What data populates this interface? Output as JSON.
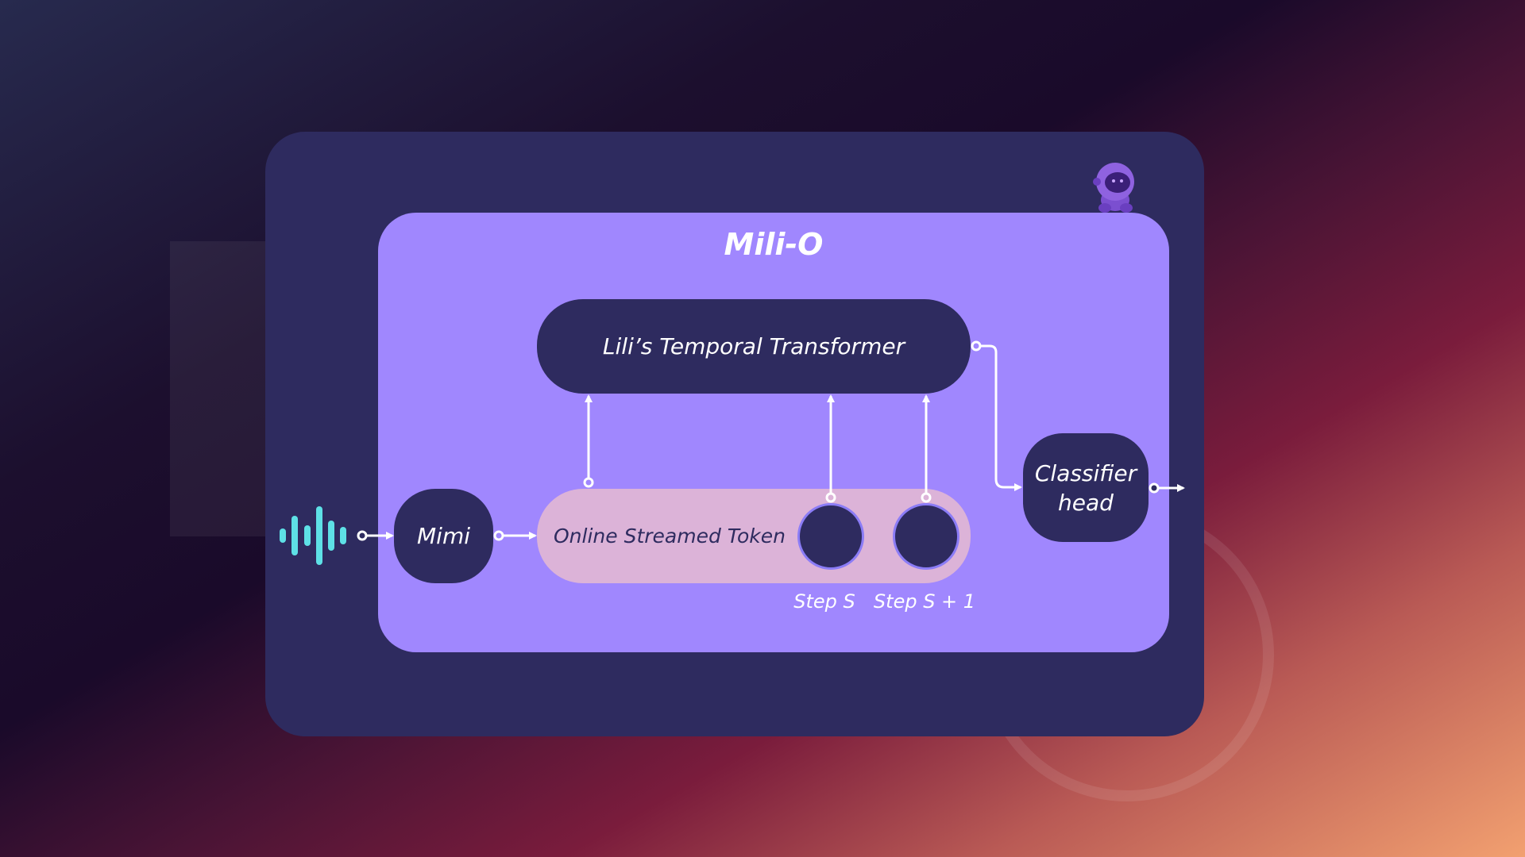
{
  "diagram": {
    "title": "Mili-O",
    "nodes": {
      "transformer": "Lili’s Temporal Transformer",
      "mimi": "Mimi",
      "token_stream": "Online Streamed Token",
      "classifier": "Classifier head"
    },
    "steps": [
      "Step S",
      "Step S + 1"
    ],
    "icons": {
      "input": "audio-waveform-icon",
      "mascot": "astronaut-mascot-icon"
    },
    "colors": {
      "background_dark": "#1a0a2a",
      "background_warm": "#f2a070",
      "card": "#2e2b5f",
      "panel": "#a087fe",
      "token_bar": "#dcb3d8",
      "waveform": "#5ee0e6",
      "connector": "#ffffff"
    }
  }
}
